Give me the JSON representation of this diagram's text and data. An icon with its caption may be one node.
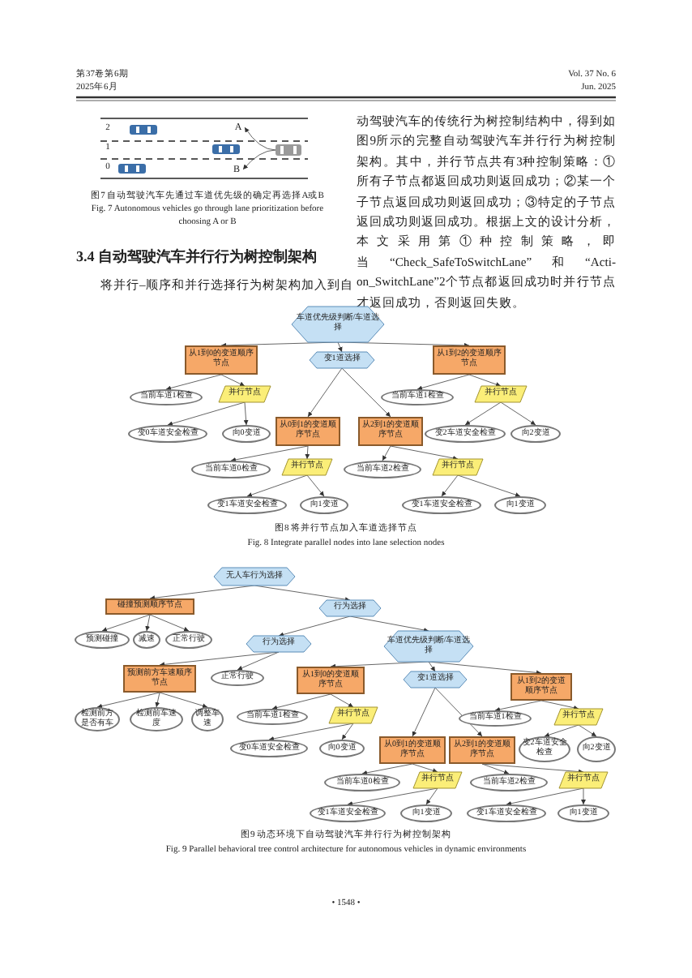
{
  "diagram": {
    "nodes": [
      {
        "text": [],
        "shape": "picture"
      },
      {
        "text": [
          "A"
        ]
      },
      {
        "text": [
          "B"
        ]
      },
      {
        "text": [
          "车道优先级判断/车道选择"
        ]
      },
      {
        "text": [
          "从1到0的变道顺序节点"
        ]
      },
      {
        "text": [
          "变1道选择"
        ]
      },
      {
        "text": [
          "从1到2的变道顺序节点"
        ]
      },
      {
        "text": [
          "当前车道1检查"
        ]
      },
      {
        "text": [
          "并行节点"
        ]
      },
      {
        "text": [
          "当前车道1检查"
        ]
      },
      {
        "text": [
          "并行节点"
        ]
      },
      {
        "text": [
          "变0车道安全检查"
        ]
      },
      {
        "text": [
          "向0变道"
        ]
      },
      {
        "text": [
          "从0到1的变道顺序节点"
        ]
      },
      {
        "text": [
          "从2到1的变道顺序节点"
        ]
      },
      {
        "text": [
          "变2车道安全检查"
        ]
      },
      {
        "text": [
          "向2变道"
        ]
      },
      {
        "text": [
          "当前车道0检查"
        ]
      },
      {
        "text": [
          "并行节点"
        ]
      },
      {
        "text": [
          "当前车道2检查"
        ]
      },
      {
        "text": [
          "并行节点"
        ]
      },
      {
        "text": [
          "变1车道安全检查"
        ]
      },
      {
        "text": [
          "向1变道"
        ]
      },
      {
        "text": [
          "变1车道安全检查"
        ]
      },
      {
        "text": [
          "向1变道"
        ]
      },
      {
        "text": [
          "无人车行为选择"
        ]
      },
      {
        "text": [
          "碰撞预测顺序节点"
        ]
      },
      {
        "text": [
          "行为选择"
        ]
      },
      {
        "text": [
          "预测碰撞"
        ]
      },
      {
        "text": [
          "减速"
        ]
      },
      {
        "text": [
          "正常行驶"
        ]
      },
      {
        "text": [
          "行为选择"
        ]
      },
      {
        "text": [
          "车道优先级判断/车道选择"
        ]
      },
      {
        "text": [
          "预测前方车速顺序节点"
        ]
      },
      {
        "text": [
          "正常行驶"
        ]
      },
      {
        "text": [
          "从1到0的变道顺序节点"
        ]
      },
      {
        "text": [
          "变1道选择"
        ]
      },
      {
        "text": [
          "从1到2的变道顺序节点"
        ]
      },
      {
        "text": [
          "检测前方是否有车"
        ]
      },
      {
        "text": [
          "检测前车速度"
        ]
      },
      {
        "text": [
          "调整车速"
        ]
      },
      {
        "text": [
          "当前车道1检查"
        ]
      },
      {
        "text": [
          "并行节点"
        ]
      },
      {
        "text": [
          "当前车道1检查"
        ]
      },
      {
        "text": [
          "并行节点"
        ]
      },
      {
        "text": [
          "变0车道安全检查"
        ]
      },
      {
        "text": [
          "向0变道"
        ]
      },
      {
        "text": [
          "从0到1的变道顺序节点"
        ]
      },
      {
        "text": [
          "从2到1的变道顺序节点"
        ]
      },
      {
        "text": [
          "变2车道安全检查"
        ]
      },
      {
        "text": [
          "向2变道"
        ]
      },
      {
        "text": [
          "当前车道0检查"
        ]
      },
      {
        "text": [
          "并行节点"
        ]
      },
      {
        "text": [
          "当前车道2检查"
        ]
      },
      {
        "text": [
          "并行节点"
        ]
      },
      {
        "text": [
          "变1车道安全检查"
        ]
      },
      {
        "text": [
          "向1变道"
        ]
      },
      {
        "text": [
          "变1车道安全检查"
        ]
      },
      {
        "text": [
          "向1变道"
        ]
      }
    ],
    "edges": [
      {
        "from": 0,
        "to": 1,
        "arrow": "to"
      },
      {
        "from": 0,
        "to": 2,
        "arrow": "to"
      },
      {
        "from": 3,
        "to": 4,
        "arrow": "to"
      },
      {
        "from": 3,
        "to": 5,
        "arrow": "to"
      },
      {
        "from": 3,
        "to": 6,
        "arrow": "to"
      },
      {
        "from": 4,
        "to": 7,
        "arrow": "to"
      },
      {
        "from": 4,
        "to": 8,
        "arrow": "to"
      },
      {
        "from": 6,
        "to": 9,
        "arrow": "to"
      },
      {
        "from": 6,
        "to": 10,
        "arrow": "to"
      },
      {
        "from": 8,
        "to": 11,
        "arrow": "to"
      },
      {
        "from": 8,
        "to": 12,
        "arrow": "to"
      },
      {
        "from": 5,
        "to": 13,
        "arrow": "to"
      },
      {
        "from": 5,
        "to": 14,
        "arrow": "to"
      },
      {
        "from": 10,
        "to": 15,
        "arrow": "to"
      },
      {
        "from": 10,
        "to": 16,
        "arrow": "to"
      },
      {
        "from": 13,
        "to": 17,
        "arrow": "to"
      },
      {
        "from": 13,
        "to": 18,
        "arrow": "to"
      },
      {
        "from": 14,
        "to": 19,
        "arrow": "to"
      },
      {
        "from": 14,
        "to": 20,
        "arrow": "to"
      },
      {
        "from": 18,
        "to": 21,
        "arrow": "to"
      },
      {
        "from": 18,
        "to": 22,
        "arrow": "to"
      },
      {
        "from": 20,
        "to": 23,
        "arrow": "to"
      },
      {
        "from": 20,
        "to": 24,
        "arrow": "to"
      },
      {
        "from": 25,
        "to": 26,
        "arrow": "to"
      },
      {
        "from": 25,
        "to": 27,
        "arrow": "to"
      },
      {
        "from": 26,
        "to": 28,
        "arrow": "to"
      },
      {
        "from": 26,
        "to": 29,
        "arrow": "to"
      },
      {
        "from": 26,
        "to": 30,
        "arrow": "to"
      },
      {
        "from": 27,
        "to": 31,
        "arrow": "to"
      },
      {
        "from": 27,
        "to": 32,
        "arrow": "to"
      },
      {
        "from": 31,
        "to": 33,
        "arrow": "to"
      },
      {
        "from": 31,
        "to": 34,
        "arrow": "to"
      },
      {
        "from": 32,
        "to": 35,
        "arrow": "to"
      },
      {
        "from": 32,
        "to": 36,
        "arrow": "to"
      },
      {
        "from": 32,
        "to": 37,
        "arrow": "to"
      },
      {
        "from": 33,
        "to": 38,
        "arrow": "to"
      },
      {
        "from": 33,
        "to": 39,
        "arrow": "to"
      },
      {
        "from": 33,
        "to": 40,
        "arrow": "to"
      },
      {
        "from": 35,
        "to": 41,
        "arrow": "to"
      },
      {
        "from": 35,
        "to": 42,
        "arrow": "to"
      },
      {
        "from": 37,
        "to": 43,
        "arrow": "to"
      },
      {
        "from": 37,
        "to": 44,
        "arrow": "to"
      },
      {
        "from": 42,
        "to": 45,
        "arrow": "to"
      },
      {
        "from": 42,
        "to": 46,
        "arrow": "to"
      },
      {
        "from": 36,
        "to": 47,
        "arrow": "to"
      },
      {
        "from": 36,
        "to": 48,
        "arrow": "to"
      },
      {
        "from": 44,
        "to": 49,
        "arrow": "to"
      },
      {
        "from": 44,
        "to": 50,
        "arrow": "to"
      },
      {
        "from": 47,
        "to": 51,
        "arrow": "to"
      },
      {
        "from": 47,
        "to": 52,
        "arrow": "to"
      },
      {
        "from": 48,
        "to": 53,
        "arrow": "to"
      },
      {
        "from": 48,
        "to": 54,
        "arrow": "to"
      },
      {
        "from": 52,
        "to": 55,
        "arrow": "to"
      },
      {
        "from": 52,
        "to": 56,
        "arrow": "to"
      },
      {
        "from": 54,
        "to": 57,
        "arrow": "to"
      },
      {
        "from": 54,
        "to": 58,
        "arrow": "to"
      }
    ],
    "labels": [
      "第37卷第6期",
      "Vol. 37 No. 6",
      "2025年6月",
      "Jun. 2025",
      "2",
      "1",
      "0",
      "图7 自动驾驶汽车先通过车道优先级的确定再选择A或B",
      "Fig. 7 Autonomous vehicles go through lane prioritization before choosing A or B",
      "3.4 自动驾驶汽车并行行为树控制架构",
      "将并行–顺序和并行选择行为树架构加入到自",
      "动驾驶汽车的传统行为树控制结构中，得到如图9所示的完整自动驾驶汽车并行行为树控制架构。其中，并行节点共有3种控制策略：①所有子节点都返回成功则返回成功；②某一个子节点返回成功则返回成功；③特定的子节点返回成功则返回成功。根据上文的设计分析，本文采用第①种控制策略，即当“Check_SafeToSwitchLane”和“Acti-on_SwitchLane”2个节点都返回成功时并行节点才返回成功，否则返回失败。",
      "图8 将并行节点加入车道选择节点",
      "Fig. 8 Integrate parallel nodes into lane selection nodes",
      "图9 动态环境下自动驾驶汽车并行行为树控制架构",
      "Fig. 9 Parallel behavioral tree control architecture for autonomous vehicles in dynamic environments",
      "• 1548 •"
    ]
  }
}
